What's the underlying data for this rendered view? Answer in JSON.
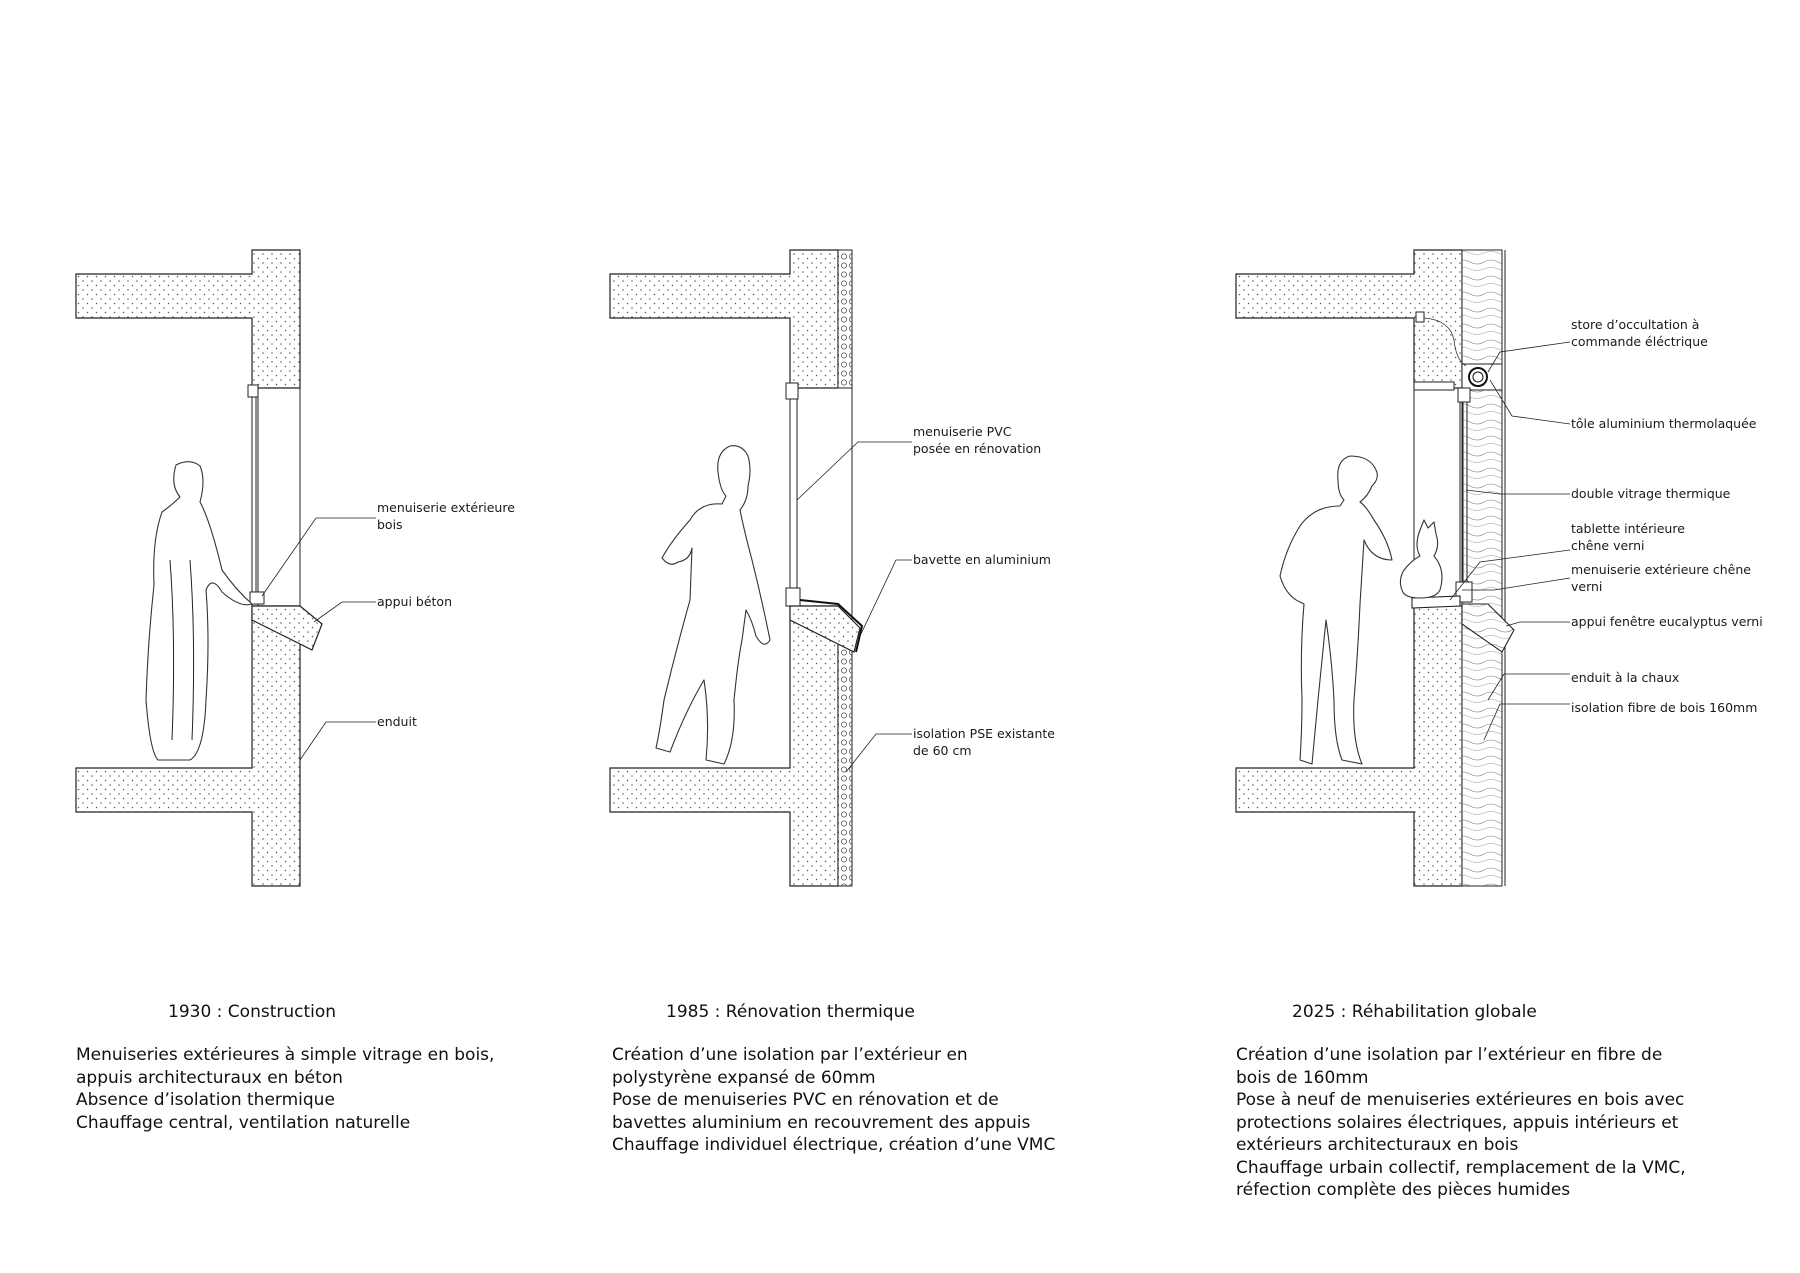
{
  "panels": [
    {
      "caption": "1930 : Construction",
      "description": [
        "Menuiseries extérieures à simple vitrage en bois,",
        "appuis architecturaux en béton",
        "Absence d’isolation thermique",
        "Chauffage central, ventilation naturelle"
      ],
      "labels": [
        "menuiserie extérieure",
        "bois",
        "appui béton",
        "enduit"
      ]
    },
    {
      "caption": "1985 : Rénovation thermique",
      "description": [
        "Création d’une isolation par l’extérieur en",
        "polystyrène expansé de 60mm",
        "Pose de menuiseries PVC en rénovation et de",
        "bavettes aluminium en recouvrement des appuis",
        "Chauffage individuel électrique, création d’une VMC"
      ],
      "labels": [
        "menuiserie PVC",
        "posée en rénovation",
        "bavette en aluminium",
        "isolation PSE existante",
        "de 60 cm"
      ]
    },
    {
      "caption": "2025 : Réhabilitation globale",
      "description": [
        "Création d’une isolation par l’extérieur en fibre de",
        "bois de 160mm",
        "Pose à neuf de menuiseries extérieures en bois avec",
        "protections solaires électriques, appuis intérieurs et",
        "extérieurs architecturaux en bois",
        "Chauffage urbain collectif, remplacement de la VMC,",
        "réfection complète des pièces humides"
      ],
      "labels": [
        "store d’occultation à",
        "commande éléctrique",
        "tôle  aluminium thermolaquée",
        "double vitrage thermique",
        "tablette intérieure",
        "chêne verni",
        "menuiserie extérieure chêne",
        "verni",
        "appui fenêtre eucalyptus verni",
        "enduit à la chaux",
        "isolation fibre de bois 160mm"
      ]
    }
  ]
}
